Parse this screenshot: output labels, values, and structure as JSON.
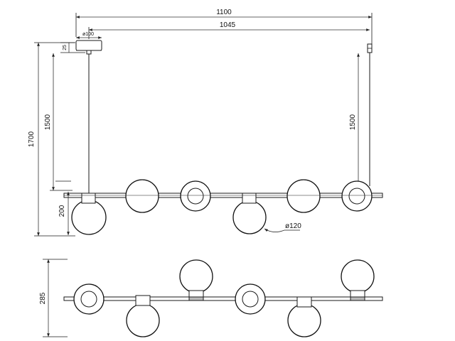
{
  "dimensions": {
    "overall_width": "1100",
    "rod_spacing": "1045",
    "canopy_diameter": "ø100",
    "canopy_height": "25",
    "total_height": "1700",
    "left_cable_length": "1500",
    "right_cable_length": "1500",
    "globe_drop": "200",
    "globe_diameter": "ø120",
    "plan_depth": "285"
  }
}
